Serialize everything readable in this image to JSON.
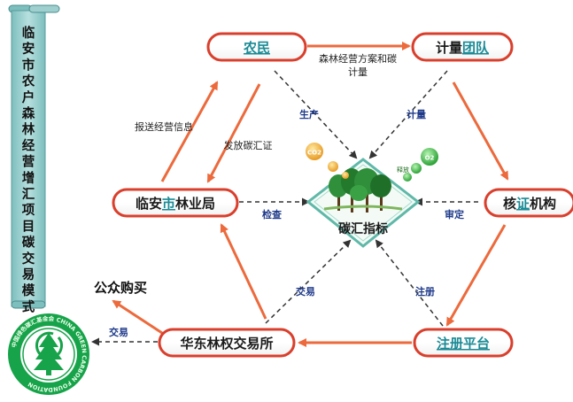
{
  "title": "临安市农户森林经营增汇项目碳交易模式",
  "nodes": {
    "farmer": "农民",
    "measure_team": {
      "prefix": "计量",
      "highlight": "团队"
    },
    "forestry_bureau": {
      "prefix": "临安",
      "highlight": "市",
      "suffix": "林业局"
    },
    "verification": {
      "prefix": "核",
      "highlight": "证",
      "suffix": "机构"
    },
    "exchange": "华东林权交易所",
    "registry": {
      "highlight": "注册平台"
    },
    "public_purchase": "公众购买",
    "center": "碳汇指标"
  },
  "edges": {
    "plan_line1": "森林经营方案和碳",
    "plan_line2": "计量",
    "report": "报送经营信息",
    "issue": "发放碳汇证",
    "produce": "生产",
    "measure": "计量",
    "inspect": "检查",
    "audit": "审定",
    "trade_center": "交易",
    "register": "注册",
    "trade_public": "交易"
  },
  "center_art": {
    "co2": "CO2",
    "o2": "O2",
    "release": "释放"
  },
  "logo": {
    "ring_text": "中国绿色碳汇基金会 CHINA GREEN CARBON FOUNDATION"
  },
  "colors": {
    "arrow_orange": "#ec6a3c",
    "node_red": "#d93f2c",
    "highlight_teal": "#1a8a95",
    "scroll_teal": "#9fcfcf",
    "logo_green": "#17a34a"
  }
}
